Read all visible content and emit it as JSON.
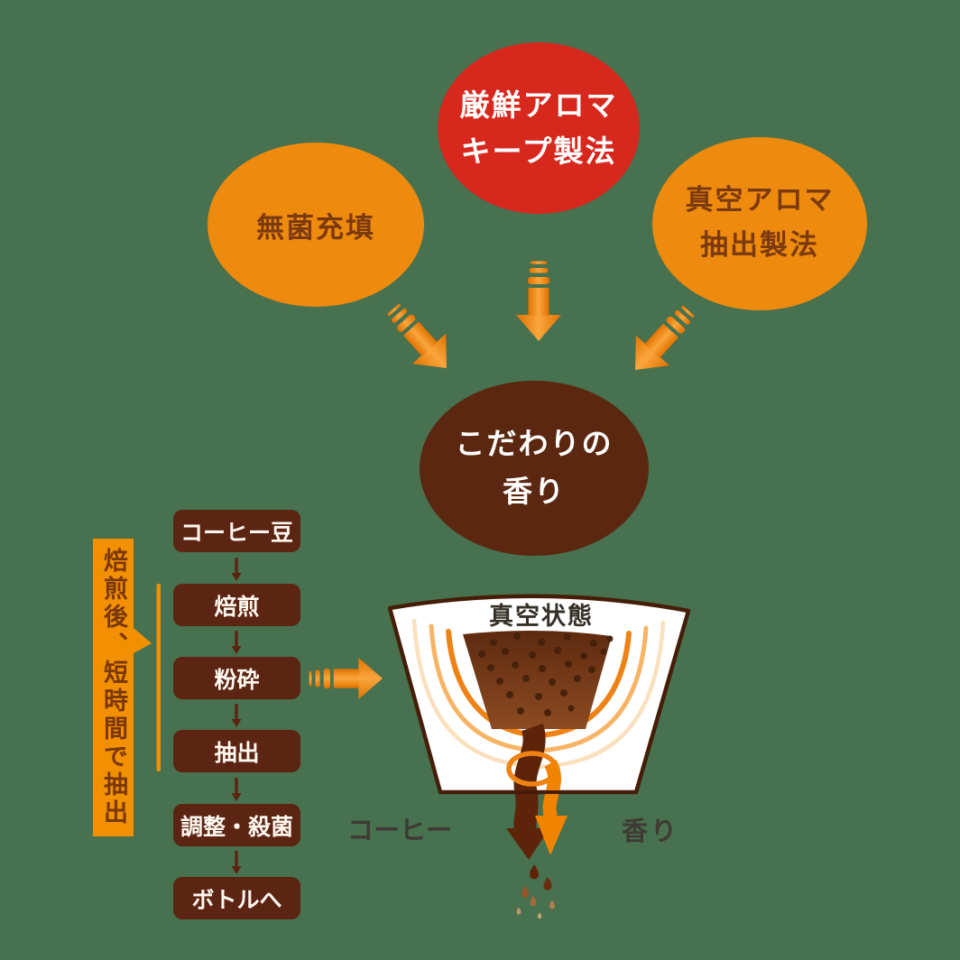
{
  "diagram": {
    "background_color": "#47714F",
    "colors": {
      "red_bubble": "#D7281E",
      "orange_bubble": "#EE8A0E",
      "result_bubble": "#5B2710",
      "flow_box": "#5C2412",
      "note_banner": "#F29000",
      "arrow_orange": "#EF8307",
      "bubble_text_brown": "#7B3A0E",
      "funnel_outline": "#451D08"
    },
    "bubbles": {
      "keep_method": {
        "line1": "厳鮮アロマ",
        "line2": "キープ製法"
      },
      "aseptic": {
        "label": "無菌充填"
      },
      "vacuum_extraction": {
        "line1": "真空アロマ",
        "line2": "抽出製法"
      },
      "result": {
        "line1": "こだわりの",
        "line2": "香り"
      }
    },
    "flow": {
      "steps": [
        "コーヒー豆",
        "焙煎",
        "粉砕",
        "抽出",
        "調整・殺菌",
        "ボトルへ"
      ],
      "note": "焙煎後、短時間で抽出"
    },
    "funnel": {
      "state_label": "真空状態",
      "coffee_label": "コーヒー",
      "aroma_label": "香り"
    }
  }
}
